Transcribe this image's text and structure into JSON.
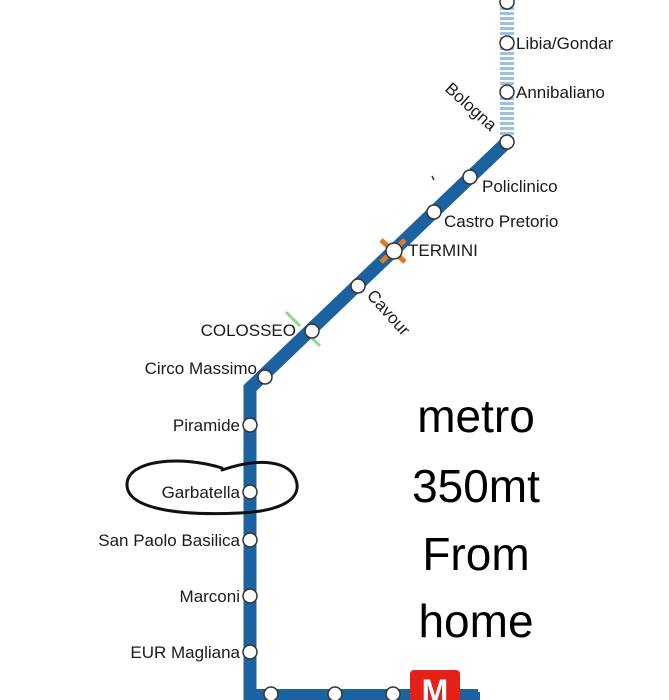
{
  "map": {
    "line_color": "#1d62a0",
    "branch_color": "#9dc0dd",
    "station_fill": "#ffffff",
    "stations": [
      {
        "id": "top-cut",
        "label": ""
      },
      {
        "id": "libia-gondar",
        "label": "Libia/Gondar"
      },
      {
        "id": "annibaliano",
        "label": "Annibaliano"
      },
      {
        "id": "bologna",
        "label": "Bologna"
      },
      {
        "id": "policlinico",
        "label": "Policlinico"
      },
      {
        "id": "castro-pretorio",
        "label": "Castro Pretorio"
      },
      {
        "id": "termini",
        "label": "TERMINI"
      },
      {
        "id": "cavour",
        "label": "Cavour"
      },
      {
        "id": "colosseo",
        "label": "COLOSSEO"
      },
      {
        "id": "circo-massimo",
        "label": "Circo Massimo"
      },
      {
        "id": "piramide",
        "label": "Piramide"
      },
      {
        "id": "garbatella",
        "label": "Garbatella"
      },
      {
        "id": "san-paolo-basilica",
        "label": "San Paolo Basilica"
      },
      {
        "id": "marconi",
        "label": "Marconi"
      },
      {
        "id": "eur-magliana",
        "label": "EUR Magliana"
      }
    ],
    "metro_sign": "M"
  },
  "note": {
    "lines": [
      "metro",
      "350mt",
      "From",
      "home"
    ]
  }
}
